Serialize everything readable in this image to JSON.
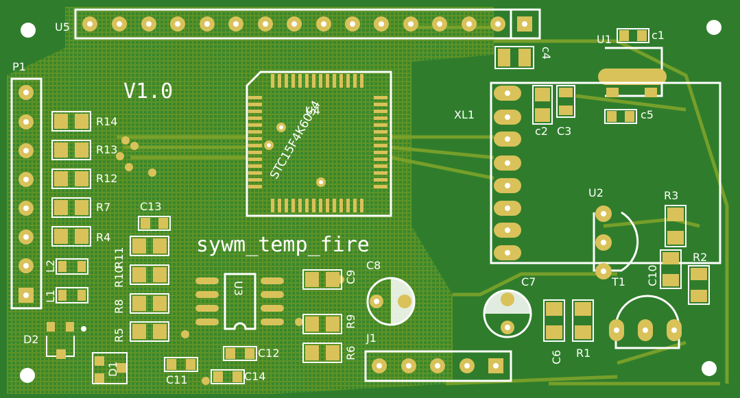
{
  "colors": {
    "board": "#2f7d2c",
    "copper": "#6f9a24",
    "pad": "#d9c25a",
    "silkscreen": "#ffffff",
    "hole": "#ffffff"
  },
  "labels": {
    "u5": "U5",
    "p1": "P1",
    "version": "V1.0",
    "u4": "U4",
    "ic": "STC15F4K60S4",
    "r14": "R14",
    "r13": "R13",
    "r12": "R12",
    "r7": "R7",
    "r4": "R4",
    "r11": "R11",
    "r10": "R10",
    "r8": "R8",
    "r5": "R5",
    "l2": "L2",
    "l1": "L1",
    "c13": "C13",
    "d2": "D2",
    "d1": "D1",
    "c11": "C11",
    "c12": "C12",
    "c14": "C14",
    "u3": "U3",
    "title": "sywm_temp_fire",
    "c8": "C8",
    "c9": "C9",
    "r9": "R9",
    "r6": "R6",
    "j1": "J1",
    "u1": "U1",
    "c1": "c1",
    "c4": "c4",
    "xl1": "XL1",
    "c2": "c2",
    "c3": "C3",
    "c5": "c5",
    "u2": "U2",
    "r3": "R3",
    "c10": "C10",
    "r2": "R2",
    "t1": "T1",
    "c7": "C7",
    "c6": "C6",
    "r1": "R1"
  }
}
